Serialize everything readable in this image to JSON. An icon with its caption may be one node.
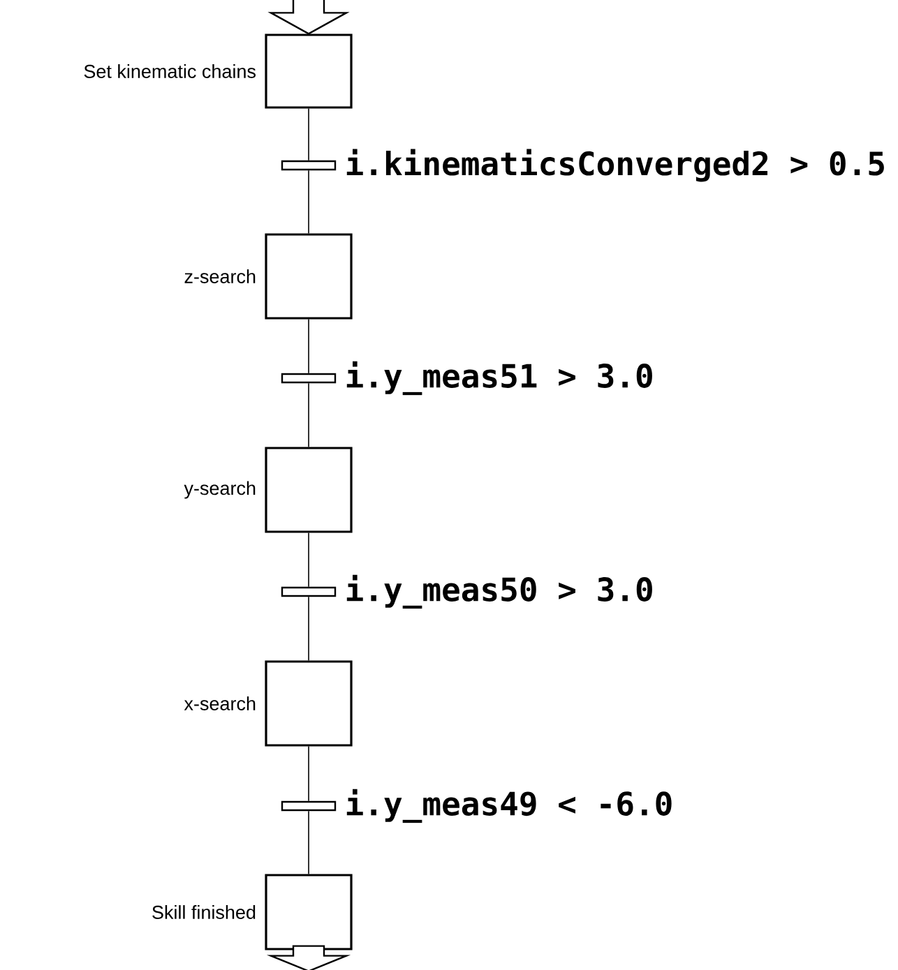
{
  "diagram": {
    "nodes": [
      {
        "text": [],
        "shape": "box",
        "beside": [
          "Set kinematic chains"
        ]
      },
      {
        "text": [],
        "shape": "bar",
        "beside": [
          "i.kinematicsConverged2 > 0.5"
        ]
      },
      {
        "text": [],
        "shape": "box",
        "beside": [
          "z-search"
        ]
      },
      {
        "text": [],
        "shape": "bar",
        "beside": [
          "i.y_meas51 > 3.0"
        ]
      },
      {
        "text": [],
        "shape": "box",
        "beside": [
          "y-search"
        ]
      },
      {
        "text": [],
        "shape": "bar",
        "beside": [
          "i.y_meas50 > 3.0"
        ]
      },
      {
        "text": [],
        "shape": "box",
        "beside": [
          "x-search"
        ]
      },
      {
        "text": [],
        "shape": "bar",
        "beside": [
          "i.y_meas49 < -6.0"
        ]
      },
      {
        "text": [],
        "shape": "box",
        "beside": [
          "Skill finished"
        ]
      }
    ],
    "edges": [
      {
        "from": null,
        "to": 0,
        "arrow": "to"
      },
      {
        "from": 0,
        "to": 1,
        "arrow": "none"
      },
      {
        "from": 1,
        "to": 2,
        "arrow": "none"
      },
      {
        "from": 2,
        "to": 3,
        "arrow": "none"
      },
      {
        "from": 3,
        "to": 4,
        "arrow": "none"
      },
      {
        "from": 4,
        "to": 5,
        "arrow": "none"
      },
      {
        "from": 5,
        "to": 6,
        "arrow": "none"
      },
      {
        "from": 6,
        "to": 7,
        "arrow": "none"
      },
      {
        "from": 7,
        "to": 8,
        "arrow": "none"
      },
      {
        "from": 8,
        "to": null,
        "arrow": "to"
      }
    ]
  }
}
